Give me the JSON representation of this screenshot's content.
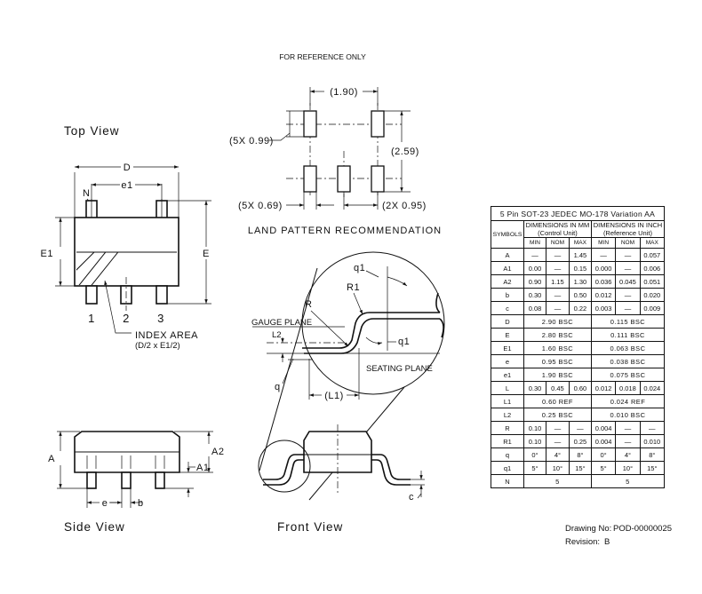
{
  "header": "FOR REFERENCE ONLY",
  "views": {
    "top": "Top View",
    "side": "Side View",
    "front": "Front View"
  },
  "top_view": {
    "d_label": "D",
    "e1_label": "e1",
    "n_label": "N",
    "E1_label": "E1",
    "E_label": "E",
    "pins": [
      "1",
      "2",
      "3"
    ],
    "index_area": "INDEX AREA",
    "index_area_sub": "(D/2 x E1/2)"
  },
  "land_pattern": {
    "title": "LAND PATTERN RECOMMENDATION",
    "dim_pitch": "(1.90)",
    "dim_pad_len": "(5X 0.99)",
    "dim_span": "(2.59)",
    "dim_pad_w": "(5X 0.69)",
    "dim_pad_pitch": "(2X 0.95)"
  },
  "detail": {
    "q1_top": "q1",
    "R1": "R1",
    "R": "R",
    "gauge_plane": "GAUGE PLANE",
    "L2": "L2",
    "q1_right": "q1",
    "seating_plane": "SEATING PLANE",
    "q": "q",
    "L1": "(L1)"
  },
  "side_view": {
    "A": "A",
    "A2": "A2",
    "A1": "A1",
    "e": "e",
    "b": "b"
  },
  "front_view": {
    "c": "c"
  },
  "table": {
    "title": "5 Pin SOT-23 JEDEC MO-178 Variation AA",
    "symbols_header": "SYMBOLS",
    "mm_header": "DIMENSIONS IN MM",
    "mm_sub": "(Control Unit)",
    "inch_header": "DIMENSIONS IN INCH",
    "inch_sub": "(Reference Unit)",
    "col_labels": [
      "MIN",
      "NOM",
      "MAX",
      "MIN",
      "NOM",
      "MAX"
    ],
    "rows": [
      {
        "sym": "A",
        "cells": [
          "—",
          "—",
          "1.45",
          "—",
          "—",
          "0.057"
        ]
      },
      {
        "sym": "A1",
        "cells": [
          "0.00",
          "—",
          "0.15",
          "0.000",
          "—",
          "0.006"
        ]
      },
      {
        "sym": "A2",
        "cells": [
          "0.90",
          "1.15",
          "1.30",
          "0.036",
          "0.045",
          "0.051"
        ]
      },
      {
        "sym": "b",
        "cells": [
          "0.30",
          "—",
          "0.50",
          "0.012",
          "—",
          "0.020"
        ]
      },
      {
        "sym": "c",
        "cells": [
          "0.08",
          "—",
          "0.22",
          "0.003",
          "—",
          "0.009"
        ]
      },
      {
        "sym": "D",
        "mm": "2.90 BSC",
        "inch": "0.115 BSC"
      },
      {
        "sym": "E",
        "mm": "2.80 BSC",
        "inch": "0.111 BSC"
      },
      {
        "sym": "E1",
        "mm": "1.60 BSC",
        "inch": "0.063 BSC"
      },
      {
        "sym": "e",
        "mm": "0.95 BSC",
        "inch": "0.038 BSC"
      },
      {
        "sym": "e1",
        "mm": "1.90 BSC",
        "inch": "0.075 BSC"
      },
      {
        "sym": "L",
        "cells": [
          "0.30",
          "0.45",
          "0.60",
          "0.012",
          "0.018",
          "0.024"
        ]
      },
      {
        "sym": "L1",
        "mm": "0.60 REF",
        "inch": "0.024 REF"
      },
      {
        "sym": "L2",
        "mm": "0.25 BSC",
        "inch": "0.010 BSC"
      },
      {
        "sym": "R",
        "cells": [
          "0.10",
          "—",
          "—",
          "0.004",
          "—",
          "—"
        ]
      },
      {
        "sym": "R1",
        "cells": [
          "0.10",
          "—",
          "0.25",
          "0.004",
          "—",
          "0.010"
        ]
      },
      {
        "sym": "q",
        "cells": [
          "0°",
          "4°",
          "8°",
          "0°",
          "4°",
          "8°"
        ]
      },
      {
        "sym": "q1",
        "cells": [
          "5°",
          "10°",
          "15°",
          "5°",
          "10°",
          "15°"
        ]
      },
      {
        "sym": "N",
        "mm": "5",
        "inch": "5"
      }
    ]
  },
  "footer": {
    "drawing_no_label": "Drawing No:",
    "drawing_no": "POD-00000025",
    "revision_label": "Revision:",
    "revision": "B"
  }
}
